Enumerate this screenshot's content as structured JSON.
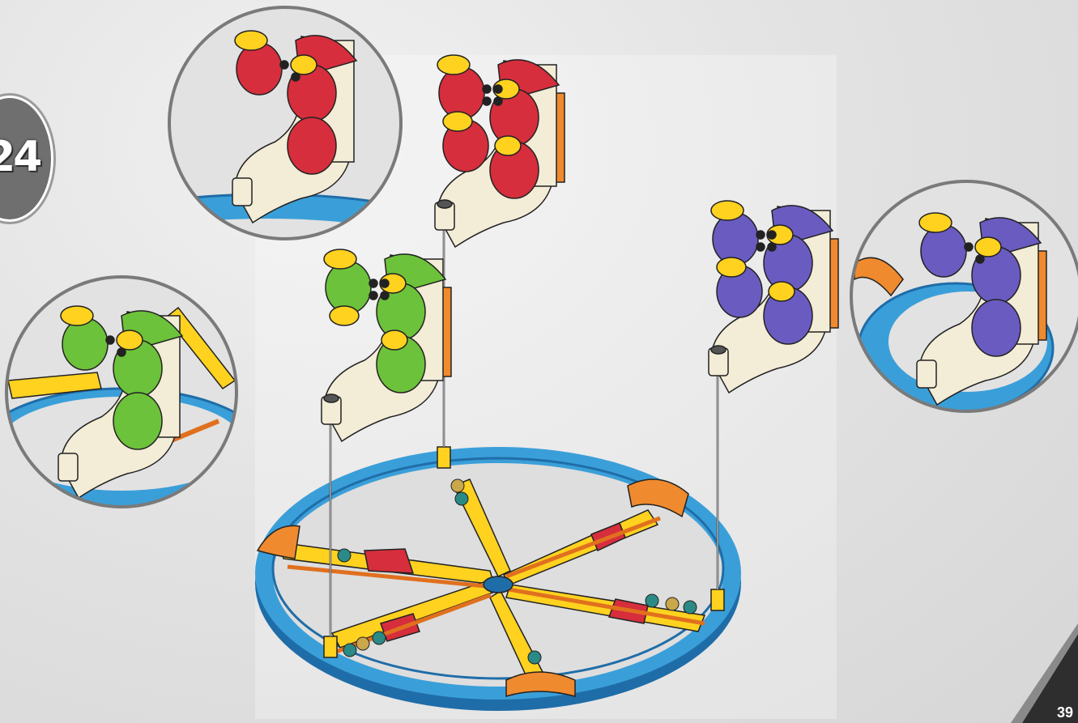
{
  "step": {
    "number": "24"
  },
  "page": {
    "number": "39"
  },
  "colors": {
    "ring": "#3a9fd9",
    "ring_dark": "#1f6da8",
    "yellow": "#ffd21f",
    "red": "#d62e3c",
    "green": "#6cc23a",
    "purple": "#6a5bc0",
    "cream": "#f3ecd6",
    "orange": "#f08a2e"
  },
  "icons": {
    "badge": "step-circle",
    "callout": "magnifier-circle",
    "connector": "alignment-line"
  }
}
